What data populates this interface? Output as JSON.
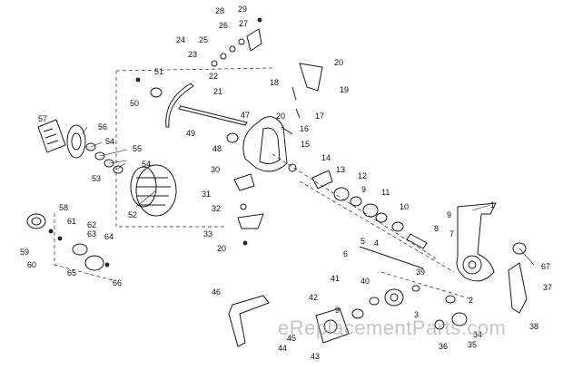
{
  "diagram": {
    "part_numbers": [
      "1",
      "2",
      "3",
      "4",
      "5",
      "6",
      "7",
      "8",
      "9",
      "9",
      "9",
      "10",
      "11",
      "12",
      "13",
      "14",
      "15",
      "16",
      "17",
      "18",
      "19",
      "20",
      "20",
      "20",
      "21",
      "22",
      "23",
      "24",
      "25",
      "26",
      "27",
      "28",
      "29",
      "30",
      "31",
      "32",
      "33",
      "34",
      "35",
      "36",
      "37",
      "38",
      "39",
      "40",
      "41",
      "42",
      "43",
      "44",
      "45",
      "46",
      "47",
      "48",
      "49",
      "50",
      "51",
      "52",
      "53",
      "54",
      "54",
      "55",
      "56",
      "57",
      "58",
      "59",
      "60",
      "61",
      "62",
      "63",
      "64",
      "65",
      "66",
      "67"
    ],
    "watermark": "eReplacementParts.com"
  }
}
